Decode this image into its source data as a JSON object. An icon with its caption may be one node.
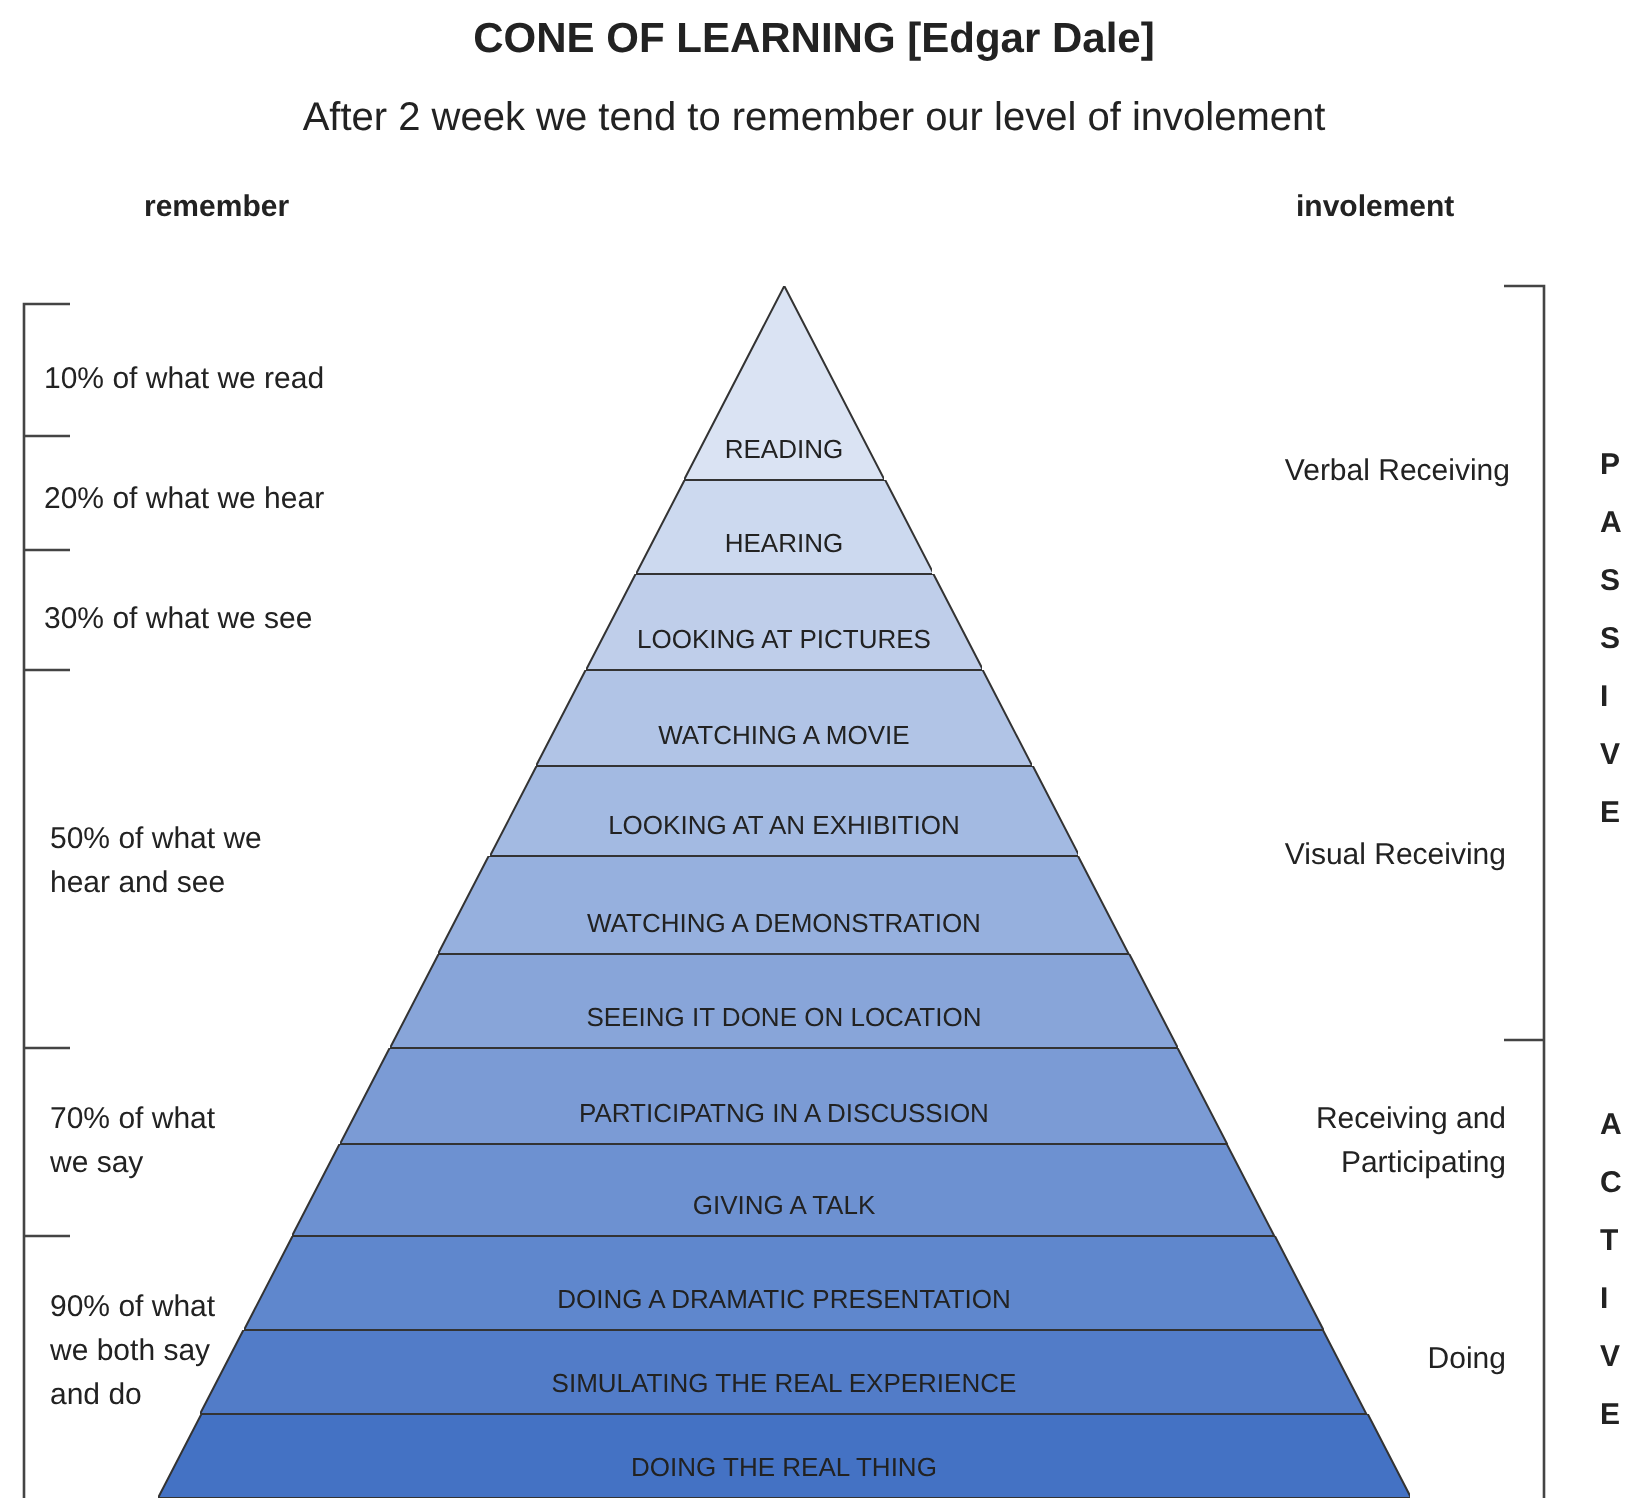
{
  "diagram": {
    "title": "CONE OF LEARNING [Edgar Dale]",
    "nodes": [
      {
        "text": [
          "READING"
        ]
      },
      {
        "text": [
          "HEARING"
        ]
      },
      {
        "text": [
          "LOOKING AT PICTURES"
        ]
      },
      {
        "text": [
          "WATCHING A MOVIE"
        ]
      },
      {
        "text": [
          "LOOKING AT AN EXHIBITION"
        ]
      },
      {
        "text": [
          "WATCHING A DEMONSTRATION"
        ]
      },
      {
        "text": [
          "SEEING IT DONE ON LOCATION"
        ]
      },
      {
        "text": [
          "PARTICIPATNG IN A DISCUSSION"
        ]
      },
      {
        "text": [
          "GIVING A TALK"
        ]
      },
      {
        "text": [
          "DOING A DRAMATIC PRESENTATION"
        ]
      },
      {
        "text": [
          "SIMULATING THE REAL EXPERIENCE"
        ]
      },
      {
        "text": [
          "DOING THE REAL THING"
        ]
      }
    ],
    "labels": [
      "After 2 week we tend to remember our level of involement",
      "remember",
      "involement",
      "10% of what we read",
      "20% of what we hear",
      "30% of what we see",
      "50% of what we hear and see",
      "70% of what we say",
      "90% of what we both say and do",
      "Verbal Receiving",
      "Visual Receiving",
      "Receiving and Participating",
      "Doing",
      "PASSIVE",
      "ACTIVE"
    ]
  }
}
